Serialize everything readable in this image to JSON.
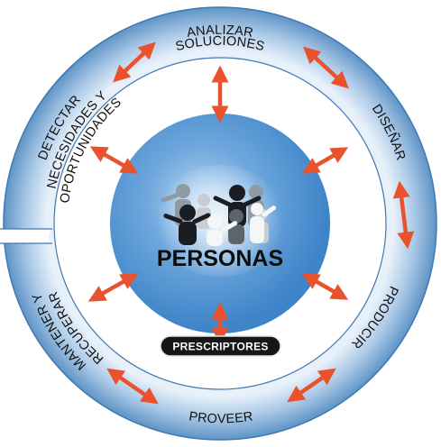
{
  "center": {
    "title": "PERSONAS",
    "icon": "people-group-icon"
  },
  "pill": {
    "label": "PRESCRIPTORES"
  },
  "stages": {
    "analyze": {
      "line1": "ANALIZAR",
      "line2": "SOLUCIONES"
    },
    "design": {
      "label": "DISEÑAR"
    },
    "produce": {
      "label": "PRODUCIR"
    },
    "provide": {
      "label": "PROVEER"
    },
    "maintain": {
      "line1": "MANTENER Y",
      "line2": "RECUPERAR"
    },
    "detect": {
      "line1": "DETECTAR",
      "line2": "NECESIDADES Y",
      "line3": "OPORTUNIDADES"
    }
  },
  "colors": {
    "ring_outer": "#5d93c4",
    "ring_inner": "#e9f2fa",
    "inner_circle": "#4d8fd0",
    "arrow": "#e9522d",
    "pill": "#161616"
  }
}
